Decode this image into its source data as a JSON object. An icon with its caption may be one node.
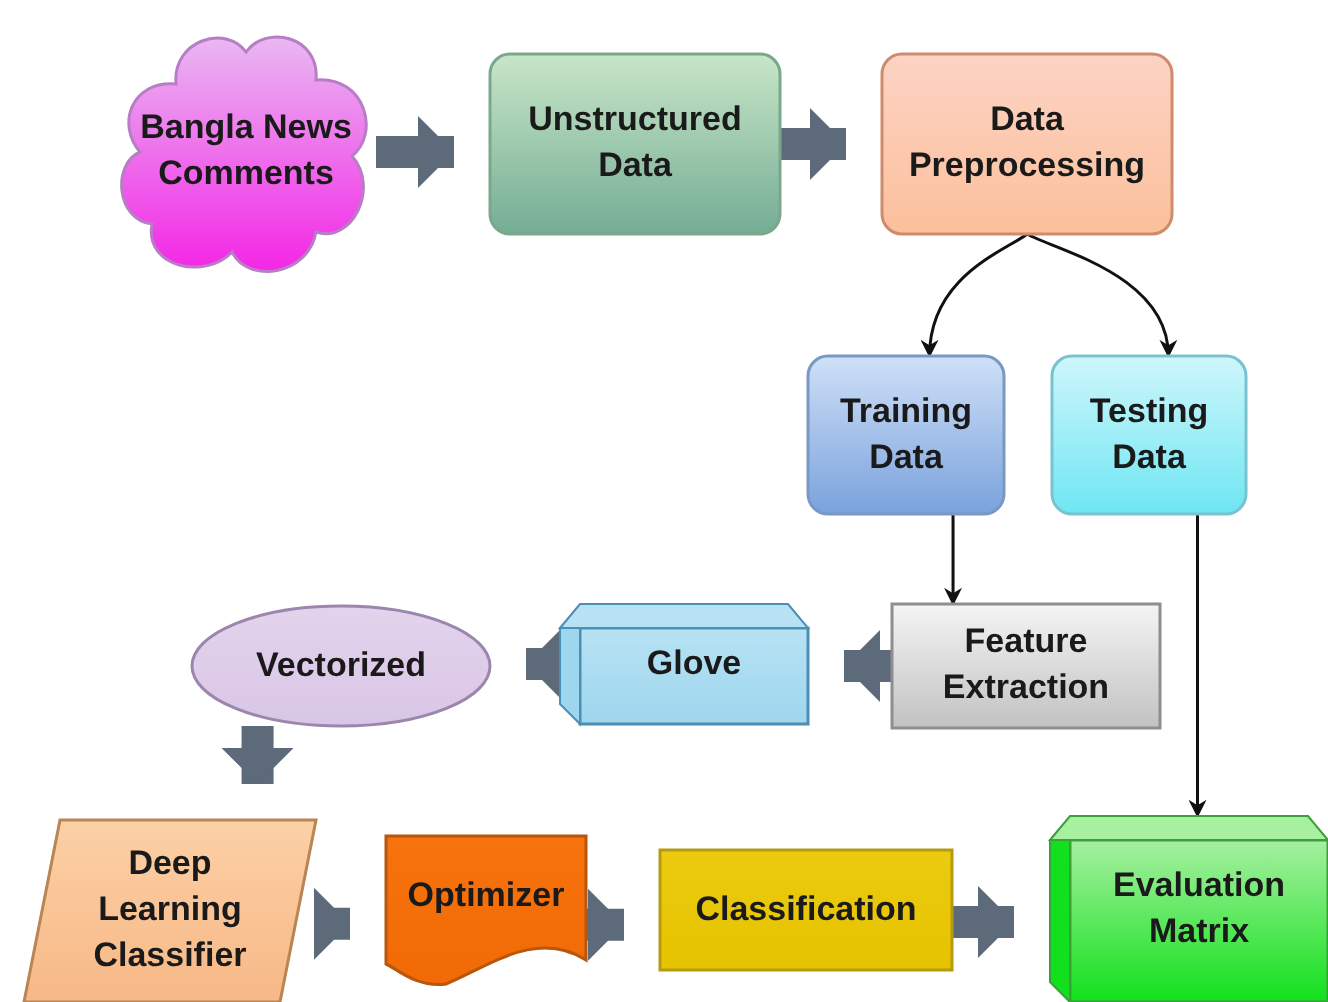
{
  "diagram": {
    "nodes": [
      {
        "text": [
          "Bangla News Comments"
        ]
      },
      {
        "text": [
          "Unstructured Data"
        ]
      },
      {
        "text": [
          "Data Preprocessing"
        ]
      },
      {
        "text": [
          "Training Data"
        ]
      },
      {
        "text": [
          "Testing Data"
        ]
      },
      {
        "text": [
          "Feature Extraction"
        ]
      },
      {
        "text": [
          "Glove"
        ]
      },
      {
        "text": [
          "Vectorized"
        ]
      },
      {
        "text": [
          "Deep Learning Classifier"
        ]
      },
      {
        "text": [
          "Optimizer"
        ]
      },
      {
        "text": [
          "Classification"
        ]
      },
      {
        "text": [
          "Evaluation Matrix"
        ]
      }
    ],
    "edges": [
      {
        "from": 0,
        "to": 1,
        "arrow": "to"
      },
      {
        "from": 1,
        "to": 2,
        "arrow": "to"
      },
      {
        "from": 2,
        "to": 3,
        "arrow": "to",
        "color": "#111111"
      },
      {
        "from": 2,
        "to": 4,
        "arrow": "to",
        "color": "#111111"
      },
      {
        "from": 3,
        "to": 5,
        "arrow": "to",
        "color": "#111111"
      },
      {
        "from": 5,
        "to": 6,
        "arrow": "to"
      },
      {
        "from": 6,
        "to": 7,
        "arrow": "to"
      },
      {
        "from": 7,
        "to": 8,
        "arrow": "to"
      },
      {
        "from": 8,
        "to": 9,
        "arrow": "to"
      },
      {
        "from": 9,
        "to": 10,
        "arrow": "to"
      },
      {
        "from": 10,
        "to": 11,
        "arrow": "to"
      },
      {
        "from": 4,
        "to": 11,
        "arrow": "to",
        "color": "#111111"
      }
    ]
  }
}
